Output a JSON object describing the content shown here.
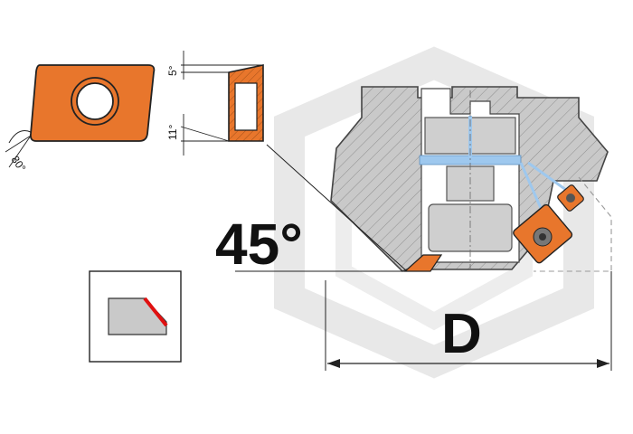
{
  "labels": {
    "approach_angle": "45°",
    "diameter": "D",
    "corner_angle": "80°",
    "clearance_top": "5°",
    "clearance_side": "11°"
  },
  "colors": {
    "insert": "#E8762C",
    "body_fill": "#C9C9C9",
    "body_dark": "#8E8E8E",
    "coolant": "#9EC8EE",
    "edge_highlight": "#E01010",
    "watermark": "#E6E6E6",
    "ink": "#111111"
  },
  "icons": [
    "insert-top-view",
    "insert-side-view",
    "cutter-section",
    "edge-profile-symbol",
    "watermark-logo"
  ]
}
